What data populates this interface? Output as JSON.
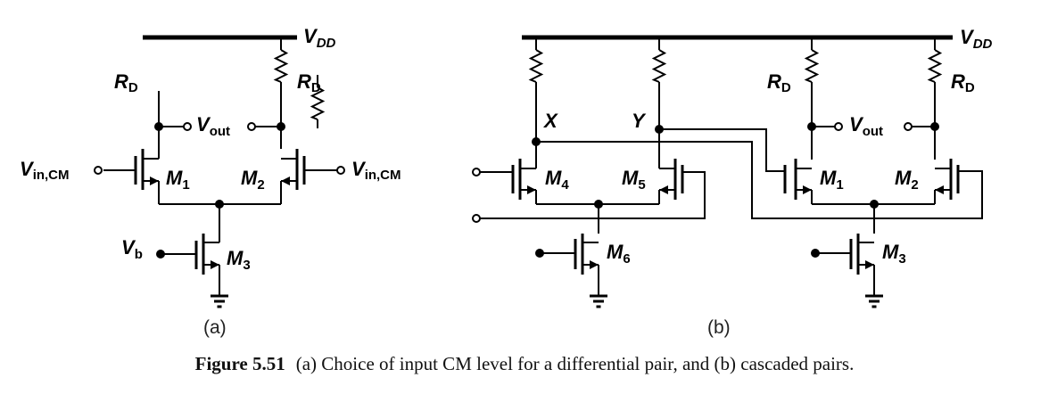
{
  "figure": {
    "number_label": "Figure 5.51",
    "caption_text": "(a) Choice of input CM level for a differential pair, and (b) cascaded pairs."
  },
  "circuit_a": {
    "panel_label": "(a)",
    "supply": "V",
    "supply_sub": "DD",
    "resistor_left": "R",
    "resistor_left_sub": "D",
    "resistor_right": "R",
    "resistor_right_sub": "D",
    "output": "V",
    "output_sub": "out",
    "input_left": "V",
    "input_left_sub": "in,CM",
    "input_right": "V",
    "input_right_sub": "in,CM",
    "bias": "V",
    "bias_sub": "b",
    "m1": "M",
    "m1_sub": "1",
    "m2": "M",
    "m2_sub": "2",
    "m3": "M",
    "m3_sub": "3"
  },
  "circuit_b": {
    "panel_label": "(b)",
    "supply": "V",
    "supply_sub": "DD",
    "node_x": "X",
    "node_y": "Y",
    "resistor_left": "R",
    "resistor_left_sub": "D",
    "resistor_right": "R",
    "resistor_right_sub": "D",
    "output": "V",
    "output_sub": "out",
    "m1": "M",
    "m1_sub": "1",
    "m2": "M",
    "m2_sub": "2",
    "m3": "M",
    "m3_sub": "3",
    "m4": "M",
    "m4_sub": "4",
    "m5": "M",
    "m5_sub": "5",
    "m6": "M",
    "m6_sub": "6"
  }
}
